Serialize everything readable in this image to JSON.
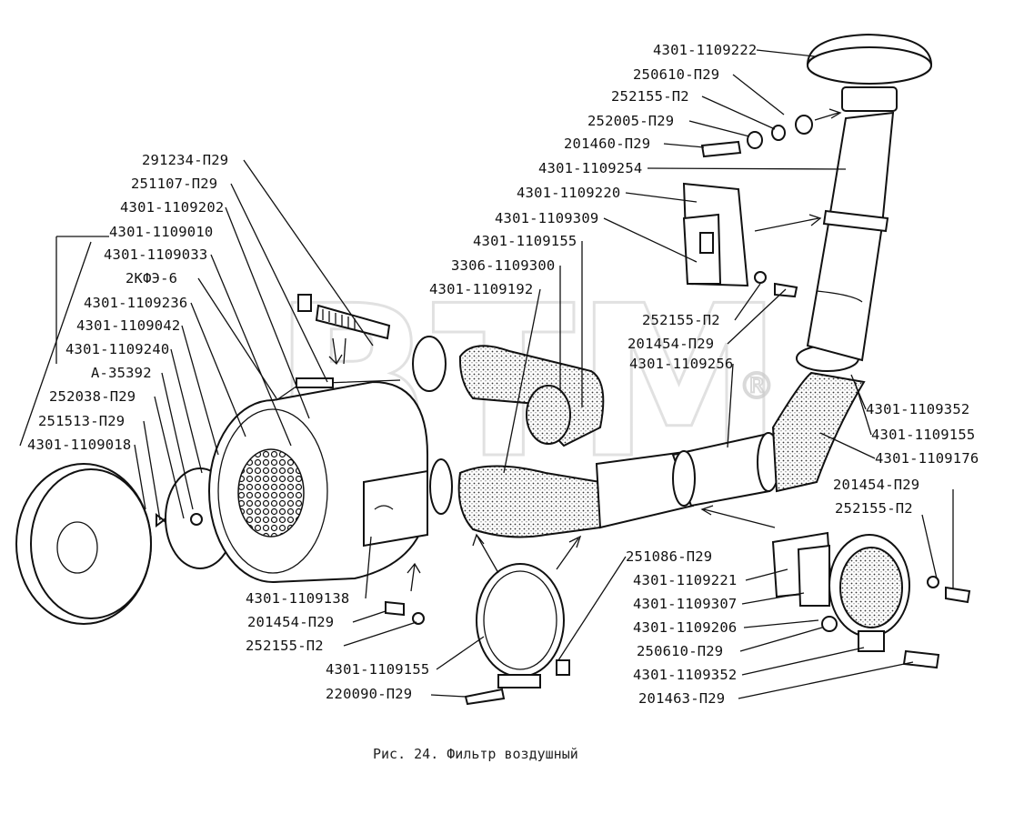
{
  "caption": "Рис. 24. Фильтр воздушный",
  "watermark": {
    "text": "BTM",
    "mark": "®"
  },
  "labels": [
    "4301-1109222",
    "250610-П29",
    "252155-П2",
    "252005-П29",
    "201460-П29",
    "4301-1109254",
    "4301-1109220",
    "4301-1109309",
    "4301-1109155",
    "3306-1109300",
    "4301-1109192",
    "291234-П29",
    "251107-П29",
    "4301-1109202",
    "4301-1109010",
    "4301-1109033",
    "2КФЭ-6",
    "4301-1109236",
    "4301-1109042",
    "4301-1109240",
    "А-35392",
    "252038-П29",
    "251513-П29",
    "4301-1109018",
    "252155-П2",
    "201454-П29",
    "4301-1109256",
    "4301-1109352",
    "4301-1109155",
    "4301-1109176",
    "201454-П29",
    "252155-П2",
    "251086-П29",
    "4301-1109221",
    "4301-1109307",
    "4301-1109206",
    "250610-П29",
    "4301-1109352",
    "201463-П29",
    "4301-1109138",
    "201454-П29",
    "252155-П2",
    "4301-1109155",
    "220090-П29"
  ]
}
